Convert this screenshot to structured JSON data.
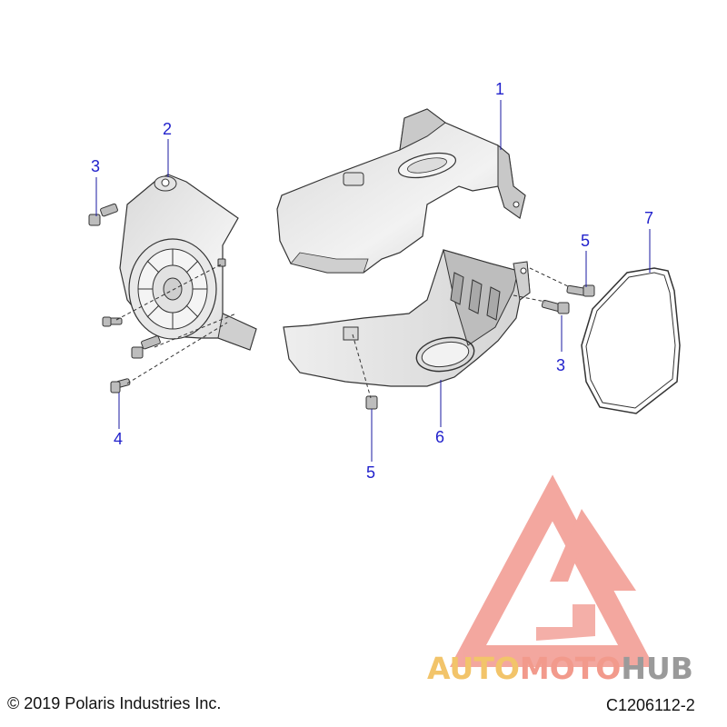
{
  "callouts": [
    {
      "id": "c1",
      "text": "1"
    },
    {
      "id": "c2",
      "text": "2"
    },
    {
      "id": "c3a",
      "text": "3"
    },
    {
      "id": "c3b",
      "text": "3"
    },
    {
      "id": "c4",
      "text": "4"
    },
    {
      "id": "c5a",
      "text": "5"
    },
    {
      "id": "c5b",
      "text": "5"
    },
    {
      "id": "c6",
      "text": "6"
    },
    {
      "id": "c7",
      "text": "7"
    }
  ],
  "footer": {
    "copyright": "© 2019 Polaris Industries Inc.",
    "figure_code": "C1206112-2"
  },
  "watermark": {
    "part1": "AUTO",
    "part2": "MOTO",
    "part3": "HUB"
  },
  "colors": {
    "callout": "#2222cc",
    "part_fill": "#e6e6e6",
    "part_stroke": "#333333",
    "watermark_red": "#f08a80",
    "watermark_orange": "#f2c46a",
    "watermark_gray": "#9a9a9a"
  }
}
